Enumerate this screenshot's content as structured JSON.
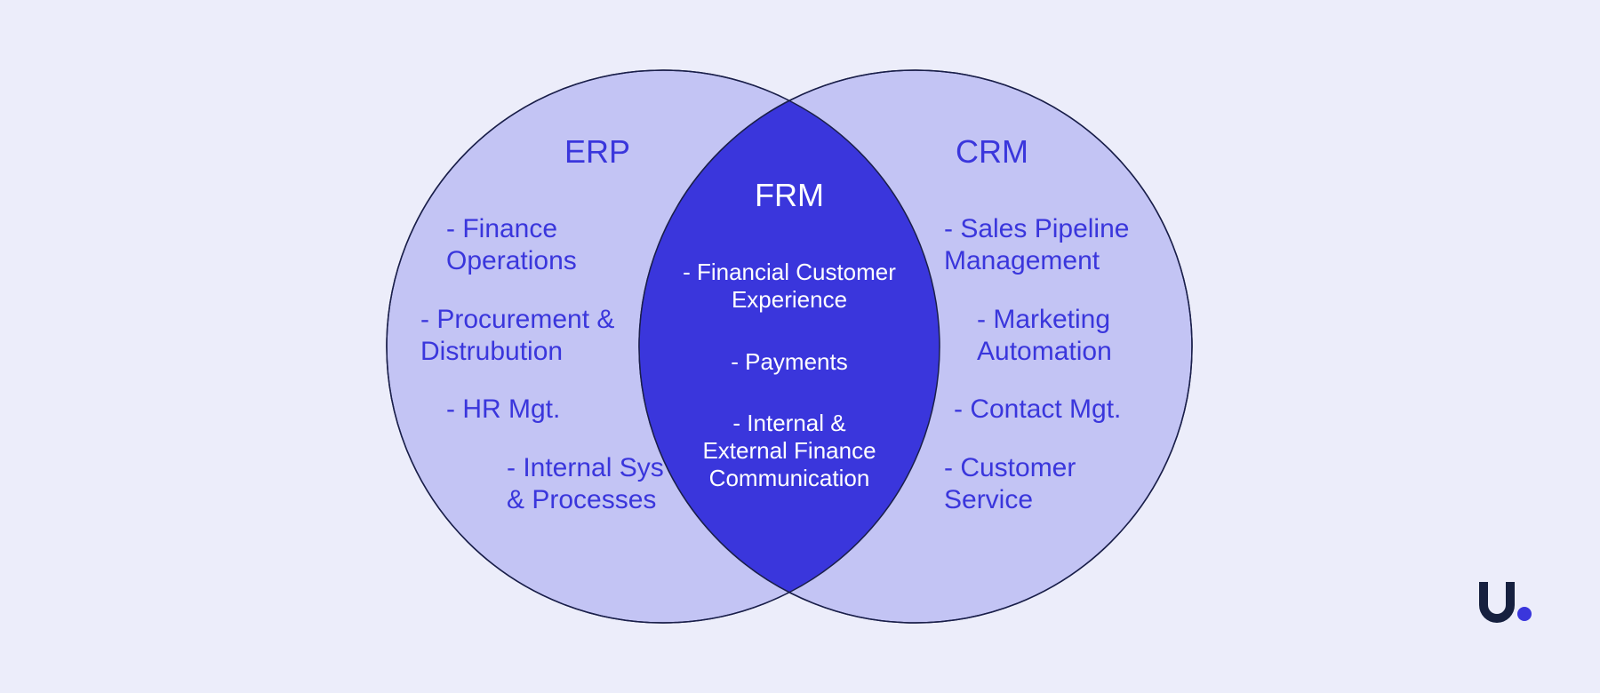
{
  "diagram": {
    "left_set": {
      "title": "ERP",
      "items": [
        "- Finance\nOperations",
        "- Procurement &\nDistrubution",
        "- HR Mgt.",
        "- Internal Sys\n& Processes"
      ]
    },
    "right_set": {
      "title": "CRM",
      "items": [
        "- Sales Pipeline\nManagement",
        "- Marketing\nAutomation",
        "- Contact Mgt.",
        "- Customer\nService"
      ]
    },
    "intersection": {
      "title": "FRM",
      "items": [
        "- Financial Customer\nExperience",
        "- Payments",
        "- Internal &\nExternal Finance\nCommunication"
      ]
    }
  },
  "colors": {
    "background": "#ecedfa",
    "circle_fill": "#c3c4f4",
    "intersection_fill": "#3a36dc",
    "outline": "#1a1f4a",
    "set_text": "#3a36dc",
    "intersection_text": "#ffffff",
    "logo_dark": "#16203f",
    "logo_dot": "#3a36dc"
  },
  "logo": {
    "icon": "u-dot-logo-icon"
  }
}
